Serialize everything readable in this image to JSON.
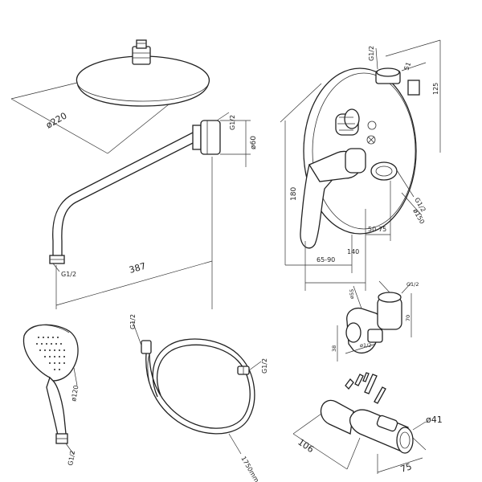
{
  "labels": {
    "overhead_shower_diameter": "ø220",
    "shower_arm_thread": "G1/2",
    "shower_arm_flange": "ø60",
    "shower_arm_tip_thread": "G1/2",
    "shower_arm_length": "387",
    "mixer_top_thread": "G1/2",
    "mixer_top_width": "51",
    "mixer_top_height": "125",
    "mixer_height": "180",
    "mixer_outlet_thread": "G1/2",
    "mixer_plate_diameter": "ø150",
    "mixer_depth_range": "65-90",
    "mixer_spout_range": "50-75",
    "mixer_total_depth": "140",
    "holder_top_small": "ø55",
    "holder_top_thread": "G1/2",
    "holder_height": "70",
    "holder_left": "38",
    "holder_bottom": "ø1/2",
    "hand_shower_diameter": "ø120",
    "hand_shower_thread": "G1/2",
    "hose_top_thread": "G1/2",
    "hose_right_thread": "G1/2",
    "hose_length": "1750mm",
    "bracket_diameter": "ø41",
    "bracket_length": "106",
    "bracket_width": "75"
  },
  "colors": {
    "line": "#222222",
    "background": "#ffffff"
  }
}
